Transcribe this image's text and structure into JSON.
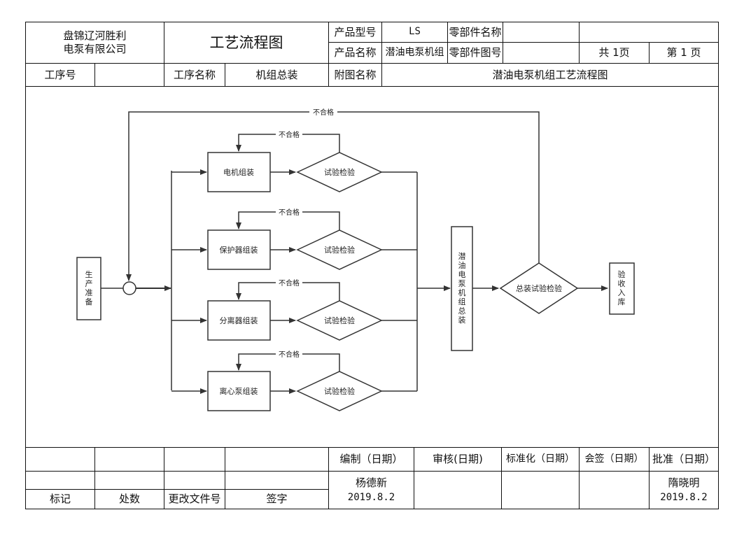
{
  "header": {
    "company": [
      "盘锦辽河胜利",
      "电泵有限公司"
    ],
    "doc_title": "工艺流程图",
    "product_model_label": "产品型号",
    "product_model_value": "LS",
    "part_name_label": "零部件名称",
    "part_name_value": "",
    "product_name_label": "产品名称",
    "product_name_value": "潜油电泵机组",
    "part_drawing_label": "零部件图号",
    "part_drawing_value": "",
    "total_pages": "共 1页",
    "page_number": "第 1 页",
    "process_no_label": "工序号",
    "process_no_value": "",
    "process_name_label": "工序名称",
    "process_name_value": "机组总装",
    "drawing_name_label": "附图名称",
    "drawing_name_value": "潜油电泵机组工艺流程图"
  },
  "flowchart": {
    "start": [
      "生",
      "产",
      "准",
      "备"
    ],
    "steps": [
      "电机组装",
      "保护器组装",
      "分离器组装",
      "离心泵组装"
    ],
    "test_label": "试验检验",
    "reject_label": "不合格",
    "assembly": [
      "潜",
      "油",
      "电",
      "泵",
      "机",
      "组",
      "总",
      "装"
    ],
    "final_test": "总装试验检验",
    "storage": [
      "验",
      "收",
      "入",
      "库"
    ]
  },
  "footer": {
    "col_mark": "标记",
    "col_count": "处数",
    "col_change_doc": "更改文件号",
    "col_sign": "签字",
    "compile_label": "编制（日期）",
    "review_label": "审核(日期)",
    "standard_label": "标准化（日期）",
    "countersign_label": "会签（日期）",
    "approve_label": "批准（日期）",
    "compiler_name": "杨德新",
    "compile_date": "2019.8.2",
    "approver_name": "隋晓明",
    "approve_date": "2019.8.2"
  }
}
